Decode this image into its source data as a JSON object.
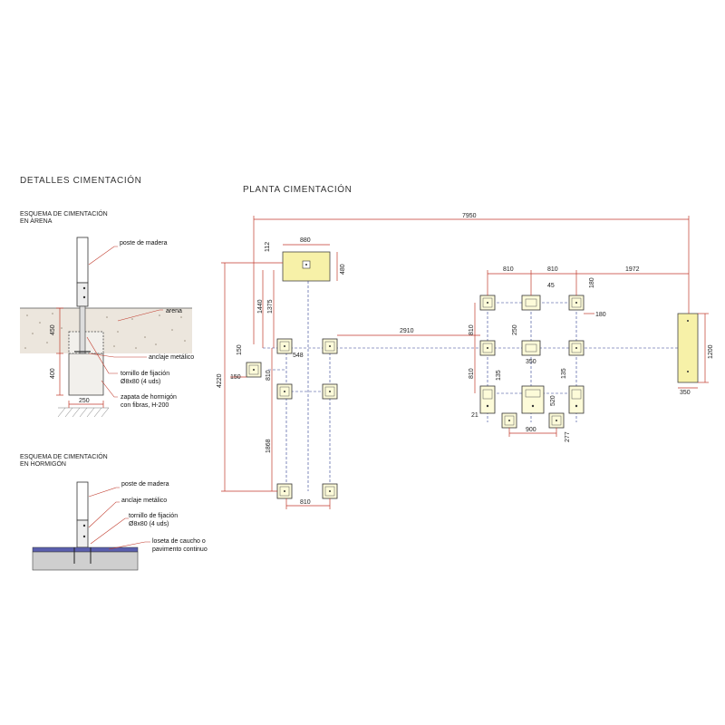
{
  "details": {
    "title": "DETALLES  CIMENTACIÓN",
    "arena": {
      "subtitle_1": "ESQUEMA DE CIMENTACIÓN",
      "subtitle_2": "EN ARENA",
      "labels": {
        "poste": "poste de madera",
        "arena": "arena",
        "anclaje": "anclaje metálico",
        "tornillo_1": "tornillo de fijación",
        "tornillo_2": "Ø8x80 (4 uds)",
        "zapata_1": "zapata de hormigón",
        "zapata_2": "con fibras, H-200"
      },
      "dims": {
        "d450": "450",
        "d400": "400",
        "d250": "250"
      }
    },
    "hormigon": {
      "subtitle_1": "ESQUEMA DE CIMENTACIÓN",
      "subtitle_2": "EN HORMIGÓN",
      "labels": {
        "poste": "poste de madera",
        "anclaje": "anclaje metálico",
        "tornillo_1": "tornillo de fijación",
        "tornillo_2": "Ø8x80 (4 uds)",
        "loseta_1": "loseta de caucho o",
        "loseta_2": "pavimento continuo"
      }
    }
  },
  "plan": {
    "title": "PLANTA  CIMENTACIÓN",
    "dims": {
      "total_width": "7950",
      "d880": "880",
      "d112": "112",
      "d480": "480",
      "d1440": "1440",
      "d1375": "1375",
      "d4220": "4220",
      "d150a": "150",
      "d150b": "150",
      "d548": "548",
      "d810a": "810",
      "d1868": "1868",
      "d810b": "810",
      "d2910": "2910",
      "d810c": "810",
      "d810d": "810",
      "d1972": "1972",
      "d45": "45",
      "d180a": "180",
      "d180b": "180",
      "d810e": "810",
      "d250": "250",
      "d810f": "810",
      "d350a": "350",
      "d135a": "135",
      "d135b": "135",
      "d520": "520",
      "d21": "21",
      "d900": "900",
      "d277": "277",
      "d1200": "1200",
      "d350b": "350"
    }
  }
}
